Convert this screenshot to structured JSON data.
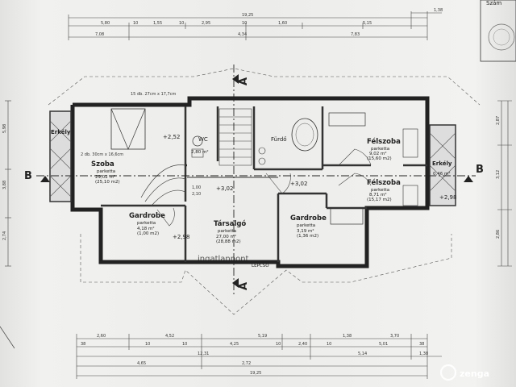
{
  "stamp": {
    "label": "Szám"
  },
  "section_labels": {
    "b": "B",
    "a": "A"
  },
  "top_dims": {
    "total": "19,25",
    "right_small": "1,38",
    "row2": [
      "5,80",
      "10",
      "1,55",
      "10",
      "2,95",
      "10",
      "1,60",
      "5,15"
    ],
    "row3": [
      "7,08",
      "4,34",
      "7,83"
    ]
  },
  "bottom_dims": {
    "total": "19,25",
    "row_a": [
      "2,60",
      "4,52",
      "5,19",
      "1,38",
      "3,70"
    ],
    "row_b": [
      "38",
      "10",
      "10",
      "4,25",
      "10",
      "2,40",
      "10",
      "5,01",
      "38"
    ],
    "row_c": [
      "12,31",
      "5,14",
      "1,38"
    ],
    "row_d": [
      "4,65",
      "2,72"
    ]
  },
  "left_dims": [
    "5,98",
    "3,88",
    "2,74"
  ],
  "right_dims": [
    "2,87",
    "3,12",
    "2,86"
  ],
  "stair_note": "15 db. 27cm x 17,7cm",
  "stair_note2": "2 db. 30cm x 16,6cm",
  "rooms": {
    "szoba": {
      "name": "Szoba",
      "floor": "parketta",
      "area": "29,02 m²",
      "area2": "(25,10 m2)"
    },
    "gardrobe1": {
      "name": "Gardrobe",
      "floor": "parketta",
      "area": "4,18 m²",
      "area2": "(1,00 m2)"
    },
    "tarsalgo": {
      "name": "Társalgó",
      "floor": "parketta",
      "area": "27,00 m²",
      "area2": "(28,88 m2)"
    },
    "gardrobe2": {
      "name": "Gardrobe",
      "floor": "parketta",
      "area": "3,19 m²",
      "area2": "(1,36 m2)"
    },
    "felszoba1": {
      "name": "Félszoba",
      "floor": "parketta",
      "area": "9,02 m²",
      "area2": "(15,60 m2)"
    },
    "felszoba2": {
      "name": "Félszoba",
      "floor": "parketta",
      "area": "8,71 m²",
      "area2": "(15,17 m2)"
    },
    "erkely_left": {
      "name": "Erkély"
    },
    "erkely_right": {
      "name": "Erkély",
      "area": "0,46 m²"
    },
    "wc": {
      "name": "WC",
      "area": "2,80 m²"
    },
    "furdo": {
      "name": "Fürdő"
    },
    "lepcso": {
      "name": "LÉPCSŐ"
    }
  },
  "levels": {
    "l1": "+2,52",
    "l2": "+3,02",
    "l3": "+2,98",
    "l4": "+3,02",
    "l5": "+2,98"
  },
  "inner_dims": {
    "d1": "1,00",
    "d2": "2,10"
  },
  "watermark_center": "ingatlanpont",
  "watermark_logo": "zenga"
}
